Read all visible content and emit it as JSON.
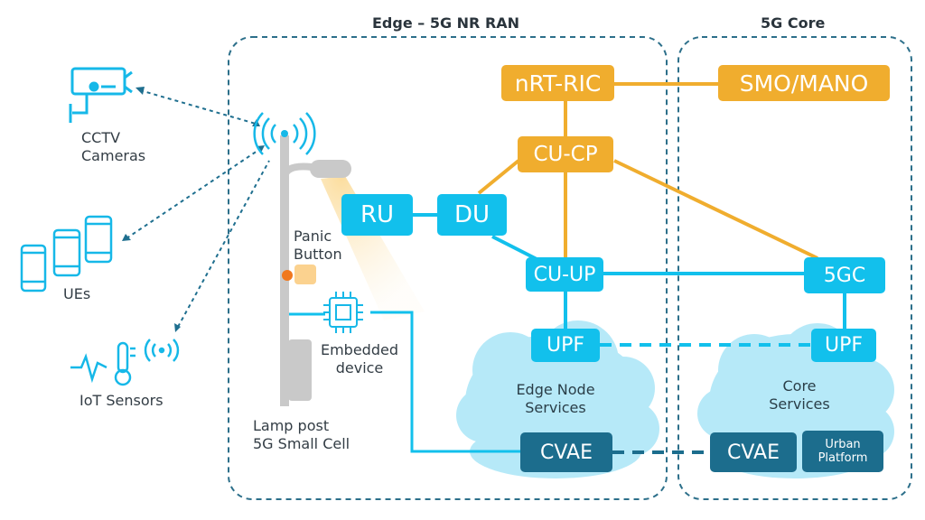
{
  "regions": {
    "edge_title": "Edge – 5G NR RAN",
    "core_title": "5G Core"
  },
  "nodes": {
    "nrt_ric": "nRT-RIC",
    "smo_mano": "SMO/MANO",
    "cu_cp": "CU-CP",
    "ru": "RU",
    "du": "DU",
    "cu_up": "CU-UP",
    "fivegc": "5GC",
    "upf_edge": "UPF",
    "upf_core": "UPF",
    "cvae_edge": "CVAE",
    "cvae_core": "CVAE",
    "urban_platform_line1": "Urban",
    "urban_platform_line2": "Platform"
  },
  "clouds": {
    "edge_line1": "Edge Node",
    "edge_line2": "Services",
    "core_line1": "Core",
    "core_line2": "Services"
  },
  "devices": {
    "cctv_line1": "CCTV",
    "cctv_line2": "Cameras",
    "ues": "UEs",
    "iot": "IoT Sensors",
    "panic_line1": "Panic",
    "panic_line2": "Button",
    "embedded_line1": "Embedded",
    "embedded_line2": "device",
    "lamp_line1": "Lamp post",
    "lamp_line2": "5G Small Cell"
  },
  "colors": {
    "orange": "#f0ad2e",
    "cyan": "#12c0ec",
    "navy": "#1c6d8d",
    "dashed_border": "#2c6f8a",
    "cloud": "#b6e9f8",
    "icon": "#16b8e8"
  },
  "icons": [
    "cctv-camera-icon",
    "smartphone-icon",
    "iot-sensor-icon",
    "antenna-icon",
    "chip-icon",
    "panic-button-icon",
    "lamp-post-icon"
  ]
}
